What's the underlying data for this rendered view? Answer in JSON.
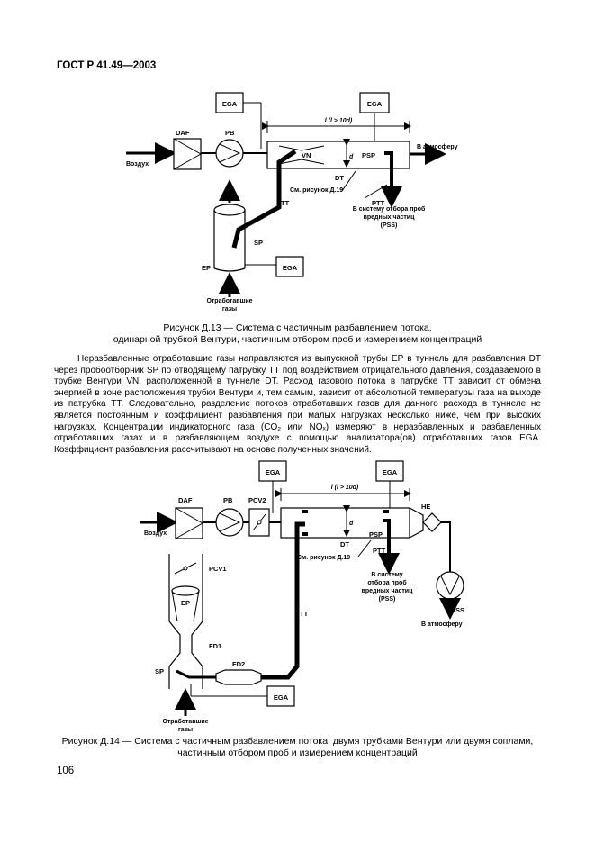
{
  "header": "ГОСТ Р 41.49—2003",
  "fig13": {
    "caption_line1": "Рисунок Д.13 — Система с частичным разбавлением потока,",
    "caption_line2": "одинарной трубкой Вентури, частичным отбором проб и измерением концентраций",
    "labels": {
      "daf": "DAF",
      "pb": "PB",
      "ega_top": "EGA",
      "ega_right": "EGA",
      "ega_bottom": "EGA",
      "length": "l (l > 10d)",
      "to_atmosphere": "В атмосферу",
      "air": "Воздух",
      "vn": "VN",
      "d": "d",
      "psp": "PSP",
      "dt": "DT",
      "see_fig": "См. рисунок Д.19",
      "ptt": "PTT",
      "tt": "TT",
      "sp": "SP",
      "ep": "EP",
      "pss_line1": "В систему отбора проб",
      "pss_line2": "вредных частиц",
      "pss_line3": "(PSS)",
      "exhaust_line1": "Отработавшие",
      "exhaust_line2": "газы"
    }
  },
  "paragraph": "Неразбавленные отработавшие газы направляются из выпускной трубы EP в туннель для разбавления DT через пробоотборник SP по отводящему патрубку TT под воздействием отрицательного давления, создаваемого в трубке Вентури VN, расположенной в туннеле DT. Расход газового потока в патрубке TT зависит от обмена энергией в зоне расположения трубки Вентури и, тем самым, зависит от абсолютной температуры газа на выходе из патрубка TT. Следовательно, разделение потоков отработавших газов для данного расхода в туннеле не является постоянным и коэффициент разбавления при малых нагрузках несколько ниже, чем при высоких нагрузках. Концентрации индикаторного газа (CO₂ или NOₓ) измеряют в неразбавленных и разбавленных отработавших газах и в разбавляющем воздухе с помощью анализатора(ов) отработавших газов EGA. Коэффициент разбавления рассчитывают на основе полученных значений.",
  "fig14": {
    "caption_line1": "Рисунок Д.14 — Система с частичным разбавлением потока, двумя трубками Вентури или двумя соплами,",
    "caption_line2": "частичным отбором проб и измерением концентраций",
    "labels": {
      "ega_top": "EGA",
      "ega_right": "EGA",
      "ega_bottom": "EGA",
      "daf": "DAF",
      "pb": "PB",
      "pcv2": "PCV2",
      "length": "l (l > 10d)",
      "he": "HE",
      "air": "Воздух",
      "d": "d",
      "dt": "DT",
      "psp": "PSP",
      "see_fig": "См. рисунок Д.19",
      "ptt": "PTT",
      "pss_line1": "В систему",
      "pss_line2": "отбора проб",
      "pss_line3": "вредных частиц",
      "pss_line4": "(PSS)",
      "ss": "SS",
      "to_atmosphere": "В атмосферу",
      "tt": "TT",
      "pcv1": "PCV1",
      "ep": "EP",
      "fd1": "FD1",
      "fd2": "FD2",
      "sp": "SP",
      "exhaust_line1": "Отработавшие",
      "exhaust_line2": "газы"
    }
  },
  "page_number": "106"
}
